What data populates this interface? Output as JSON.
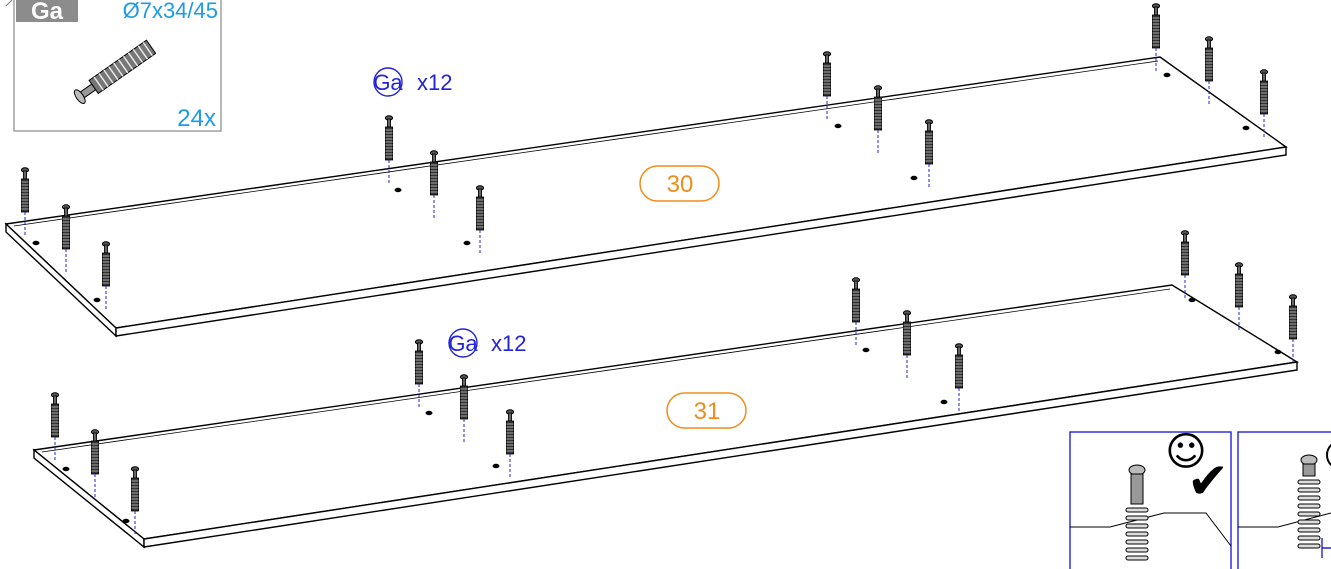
{
  "parts_box": {
    "code": "Ga",
    "size": "Ø7x34/45",
    "quantity": "24x"
  },
  "panels": [
    {
      "part_number": "30",
      "fastener_code": "Ga",
      "fastener_count": "x12"
    },
    {
      "part_number": "31",
      "fastener_code": "Ga",
      "fastener_count": "x12"
    }
  ],
  "detail": {
    "ok_symbol": "☺",
    "check_symbol": "✔"
  },
  "colors": {
    "callout_blue": "#2323d8",
    "part_orange": "#f08c19",
    "size_cyan": "#1e9be6",
    "badge_gray": "#8c8c8c"
  }
}
